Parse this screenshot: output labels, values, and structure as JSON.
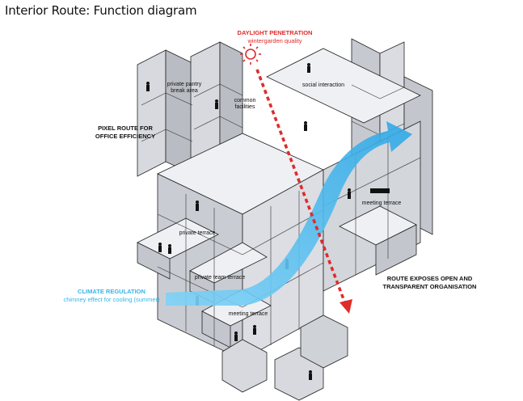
{
  "title": "Interior Route: Function diagram",
  "annotations": {
    "daylight_title": "DAYLIGHT PENETRATION",
    "daylight_sub": "wintergarden quality",
    "pixel_route_line1": "PIXEL ROUTE FOR",
    "pixel_route_line2": "OFFICE EFFICIENCY",
    "route_exposes_line1": "ROUTE EXPOSES OPEN AND",
    "route_exposes_line2": "TRANSPARENT ORGANISATION",
    "climate_title": "CLIMATE REGULATION",
    "climate_sub": "chimney effect for cooling (summer)"
  },
  "spaces": [
    {
      "id": "pantry",
      "line1": "private pantry",
      "line2": "break area"
    },
    {
      "id": "common",
      "line1": "common",
      "line2": "facilities"
    },
    {
      "id": "social",
      "line1": "social interaction",
      "line2": ""
    },
    {
      "id": "meeting-top",
      "line1": "meeting terrace",
      "line2": ""
    },
    {
      "id": "private-terrace",
      "line1": "private terrace",
      "line2": ""
    },
    {
      "id": "team-terrace",
      "line1": "private team terrace",
      "line2": ""
    },
    {
      "id": "meeting-bottom",
      "line1": "meeting terrace",
      "line2": ""
    }
  ],
  "colors": {
    "daylight": "#e02a2a",
    "climate": "#4fc3f2",
    "structure": "#c9ccd2",
    "floor": "#eef0f3",
    "line": "#222222"
  }
}
